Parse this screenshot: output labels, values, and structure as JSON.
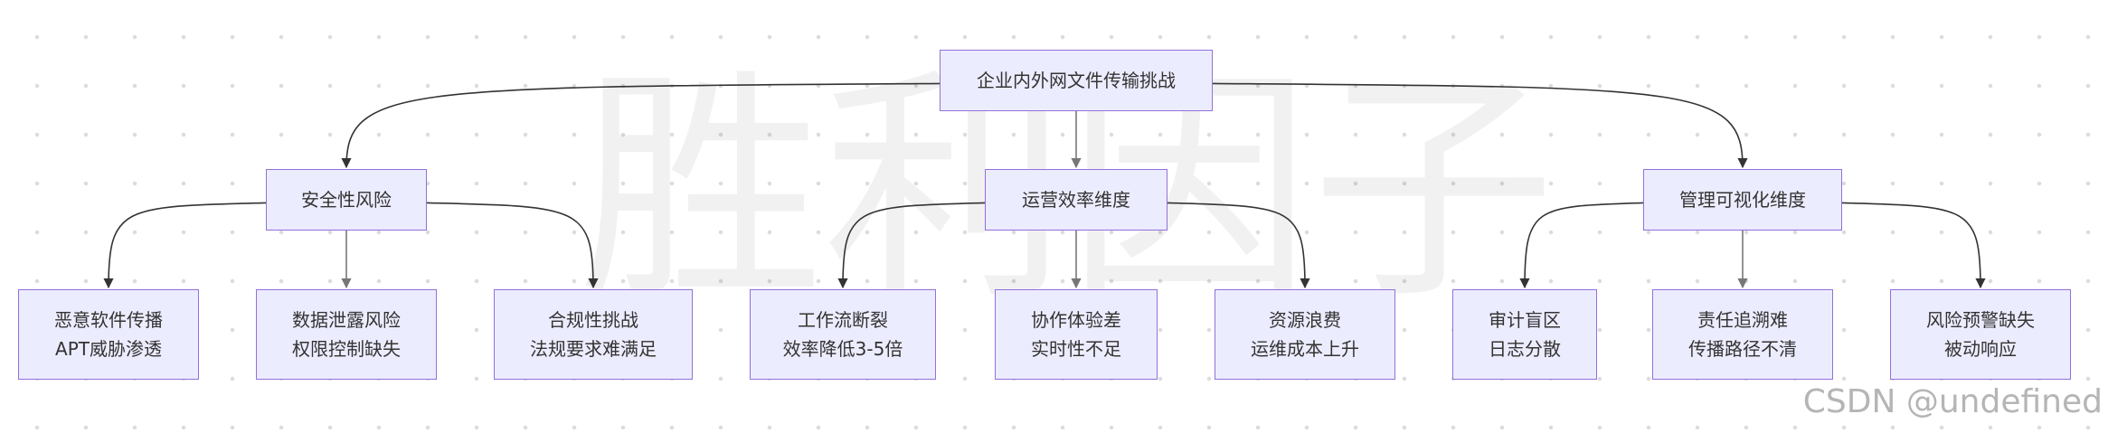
{
  "watermark": {
    "chars": [
      "胜",
      "利",
      "因",
      "子"
    ],
    "corner_text": "CSDN @undefined"
  },
  "colors": {
    "node_fill": "#ececff",
    "node_border": "#9370db",
    "edge": "#333333",
    "arrow_grey": "#777777"
  },
  "diagram": {
    "root": {
      "id": "root",
      "label": "企业内外网文件传输挑战"
    },
    "categories": [
      {
        "id": "security",
        "label": "安全性风险"
      },
      {
        "id": "efficiency",
        "label": "运营效率维度"
      },
      {
        "id": "management",
        "label": "管理可视化维度"
      }
    ],
    "leaves": [
      {
        "id": "malware",
        "parent": "security",
        "lines": [
          "恶意软件传播",
          "APT威胁渗透"
        ]
      },
      {
        "id": "leak",
        "parent": "security",
        "lines": [
          "数据泄露风险",
          "权限控制缺失"
        ]
      },
      {
        "id": "compliance",
        "parent": "security",
        "lines": [
          "合规性挑战",
          "法规要求难满足"
        ]
      },
      {
        "id": "workflow",
        "parent": "efficiency",
        "lines": [
          "工作流断裂",
          "效率降低3-5倍"
        ]
      },
      {
        "id": "collab",
        "parent": "efficiency",
        "lines": [
          "协作体验差",
          "实时性不足"
        ]
      },
      {
        "id": "waste",
        "parent": "efficiency",
        "lines": [
          "资源浪费",
          "运维成本上升"
        ]
      },
      {
        "id": "audit",
        "parent": "management",
        "lines": [
          "审计盲区",
          "日志分散"
        ]
      },
      {
        "id": "trace",
        "parent": "management",
        "lines": [
          "责任追溯难",
          "传播路径不清"
        ]
      },
      {
        "id": "warning",
        "parent": "management",
        "lines": [
          "风险预警缺失",
          "被动响应"
        ]
      }
    ]
  }
}
